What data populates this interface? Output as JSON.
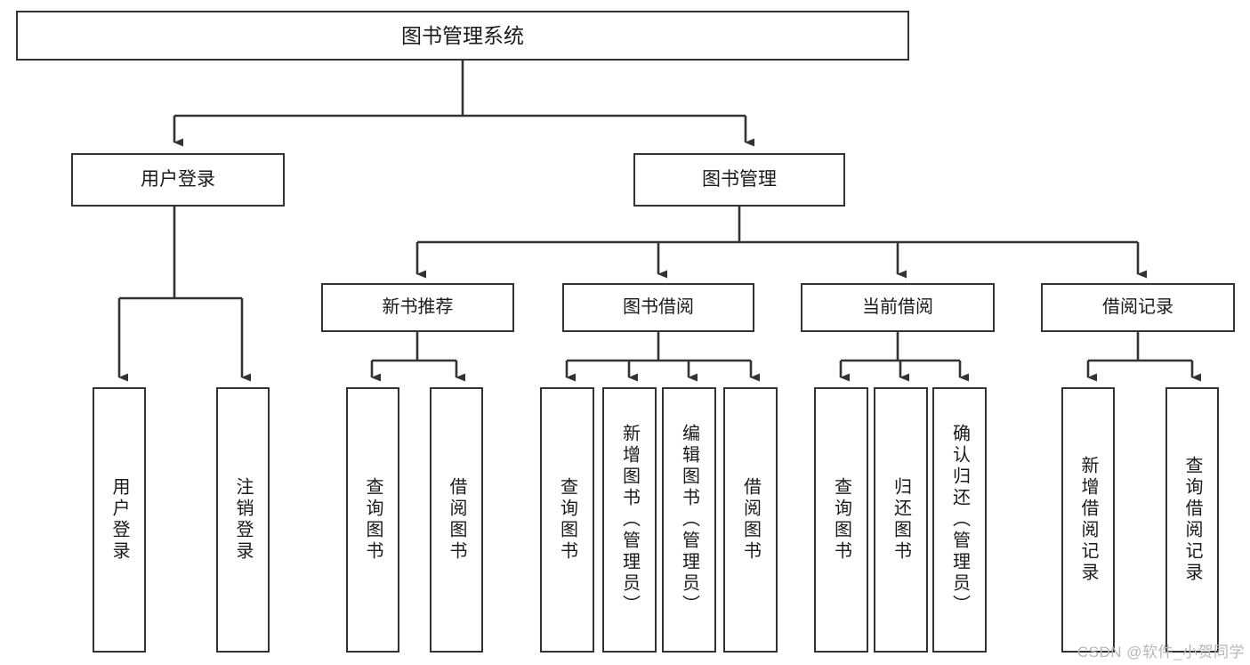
{
  "diagram": {
    "title": "图书管理系统",
    "type": "hierarchy-tree",
    "watermark": "CSDN @软件_小贺同学",
    "colors": {
      "stroke": "#333333",
      "background": "#ffffff",
      "text": "#1a1a1a",
      "watermark": "#b8b8b8"
    },
    "root": {
      "label": "图书管理系统"
    },
    "level1": [
      {
        "label": "用户登录"
      },
      {
        "label": "图书管理"
      }
    ],
    "level2": [
      {
        "label": "新书推荐"
      },
      {
        "label": "图书借阅"
      },
      {
        "label": "当前借阅"
      },
      {
        "label": "借阅记录"
      }
    ],
    "leaves": {
      "user_login": [
        {
          "label": "用户登录"
        },
        {
          "label": "注销登录"
        }
      ],
      "new_book_recommend": [
        {
          "label": "查询图书"
        },
        {
          "label": "借阅图书"
        }
      ],
      "book_borrow": [
        {
          "label": "查询图书"
        },
        {
          "label": "新增图书（管理员）"
        },
        {
          "label": "编辑图书（管理员）"
        },
        {
          "label": "借阅图书"
        }
      ],
      "current_borrow": [
        {
          "label": "查询图书"
        },
        {
          "label": "归还图书"
        },
        {
          "label": "确认归还（管理员）"
        }
      ],
      "borrow_record": [
        {
          "label": "新增借阅记录"
        },
        {
          "label": "查询借阅记录"
        }
      ]
    }
  }
}
